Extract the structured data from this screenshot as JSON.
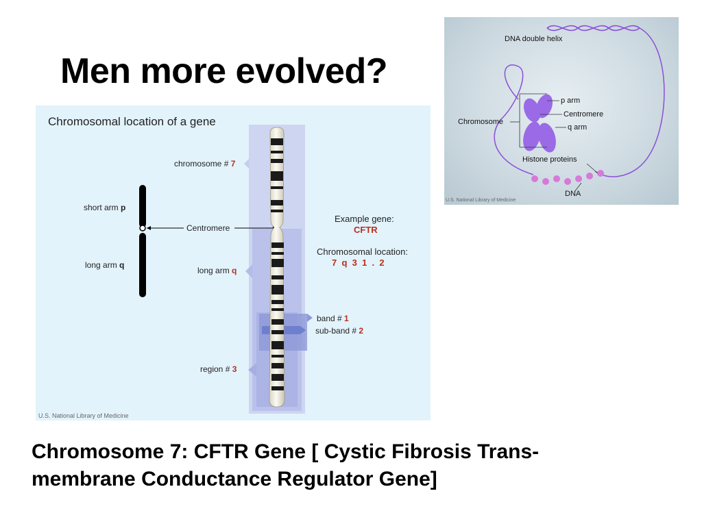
{
  "slide": {
    "title": "Men more evolved?",
    "caption_line1": "Chromosome 7:  CFTR Gene [ Cystic Fibrosis Trans-",
    "caption_line2": "membrane Conductance Regulator Gene]"
  },
  "left_diagram": {
    "heading": "Chromosomal location of a gene",
    "short_arm_text": "short arm",
    "short_arm_letter": "p",
    "long_arm_text": "long arm",
    "long_arm_letter": "q",
    "centromere": "Centromere",
    "chromosome_label": "chromosome #",
    "chromosome_value": "7",
    "long_arm_label": "long arm",
    "long_arm_value": "q",
    "band_label": "band #",
    "band_value": "1",
    "subband_label": "sub-band #",
    "subband_value": "2",
    "region_label": "region #",
    "region_value": "3",
    "example_label": "Example gene:",
    "example_gene": "CFTR",
    "location_label": "Chromosomal location:",
    "location_value": "7  q  3  1  .  2",
    "credit": "U.S. National Library of Medicine"
  },
  "right_diagram": {
    "dna_helix": "DNA double helix",
    "p_arm": "p arm",
    "centromere": "Centromere",
    "chromosome": "Chromosome",
    "q_arm": "q arm",
    "histone": "Histone proteins",
    "dna": "DNA",
    "credit": "U.S. National Library of Medicine"
  },
  "colors": {
    "accent_red": "#b5301f",
    "panel_bg": "#e3f3fb",
    "highlight_blue": "#9aa6dc",
    "purple": "#8a4fd6"
  }
}
